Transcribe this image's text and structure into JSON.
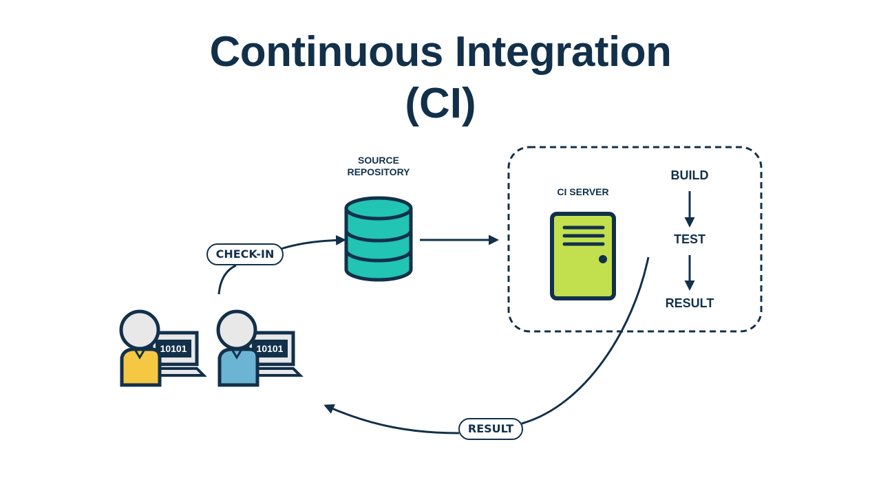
{
  "title": {
    "line1": "Continuous Integration",
    "line2": "(CI)"
  },
  "source_repository": {
    "label_line1": "SOURCE",
    "label_line2": "REPOSITORY"
  },
  "ci_server": {
    "label": "CI SERVER",
    "steps": [
      "BUILD",
      "TEST",
      "RESULT"
    ]
  },
  "flows": {
    "check_in": "CHECK-IN",
    "result": "RESULT"
  },
  "developers": [
    {
      "screen_text": "10101",
      "shirt_color": "#f5c844"
    },
    {
      "screen_text": "10101",
      "shirt_color": "#6cb4d4"
    }
  ],
  "colors": {
    "ink": "#12304a",
    "repository": "#22c4b4",
    "server": "#c2e04e",
    "face": "#e8e8e8"
  }
}
